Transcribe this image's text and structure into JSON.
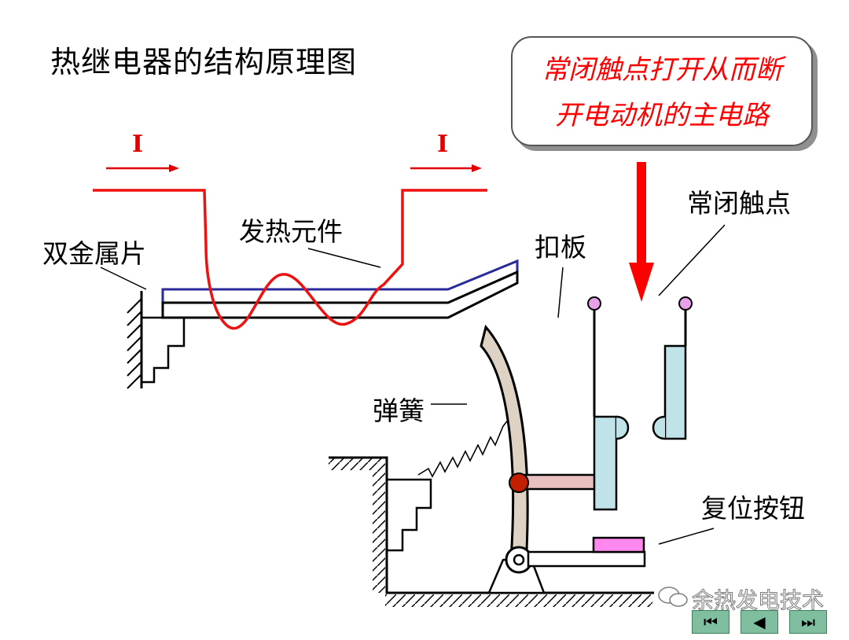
{
  "title": "热继电器的结构原理图",
  "callout": {
    "line1": "常闭触点打开从而断",
    "line2": "开电动机的主电路"
  },
  "current_left": "I",
  "current_right": "I",
  "labels": {
    "bimetal": "双金属片",
    "heater": "发热元件",
    "spring": "弹簧",
    "latch": "扣板",
    "nc_contact": "常闭触点",
    "reset_button": "复位按钮"
  },
  "watermark": "余热发电技术",
  "nav": {
    "first": "⏮",
    "prev": "◀",
    "next": "⏭"
  },
  "colors": {
    "current": "#e00000",
    "bimetal": "#2a2a9a",
    "lever": "#ddd2c4",
    "contact_block": "#bfe3e8",
    "pivot": "#c02000",
    "link": "#e8c0c0",
    "reset": "#ff88ee",
    "contact_tip": "#e8a0e8"
  }
}
